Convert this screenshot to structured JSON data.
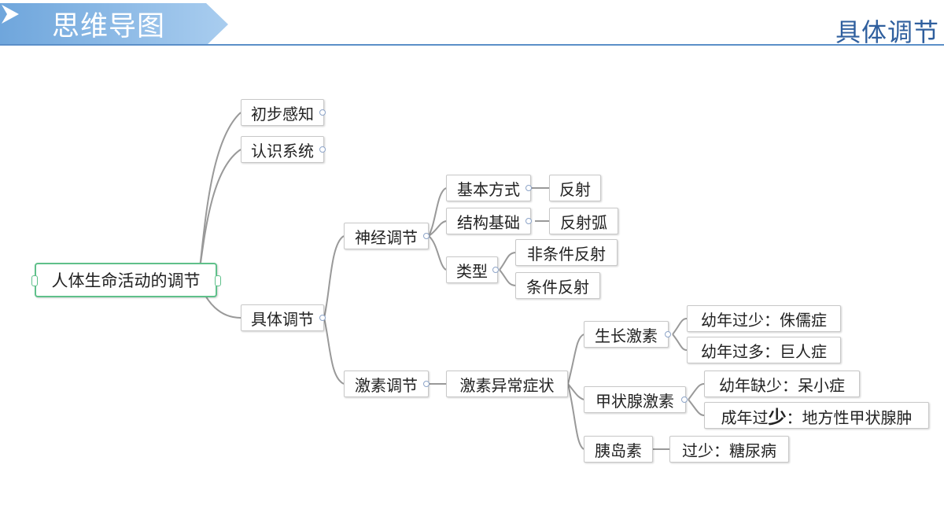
{
  "header": {
    "title": "思维导图",
    "right_title": "具体调节"
  },
  "mindmap": {
    "root": "人体生命活动的调节",
    "level1": [
      "初步感知",
      "认识系统",
      "具体调节"
    ],
    "level2": [
      "神经调节",
      "激素调节"
    ],
    "nerve": {
      "basic_way": "基本方式",
      "reflex": "反射",
      "structure": "结构基础",
      "reflex_arc": "反射弧",
      "type": "类型",
      "unconditioned": "非条件反射",
      "conditioned": "条件反射"
    },
    "hormone": {
      "abnormal": "激素异常症状",
      "growth": "生长激素",
      "growth_low": "幼年过少：侏儒症",
      "growth_high": "幼年过多：巨人症",
      "thyroid": "甲状腺激素",
      "thyroid_child": "幼年缺少：呆小症",
      "thyroid_adult_a": "成年过",
      "thyroid_adult_b": "少",
      "thyroid_adult_c": "：地方性甲状腺肿",
      "insulin": "胰岛素",
      "insulin_low": "过少：糖尿病"
    }
  }
}
